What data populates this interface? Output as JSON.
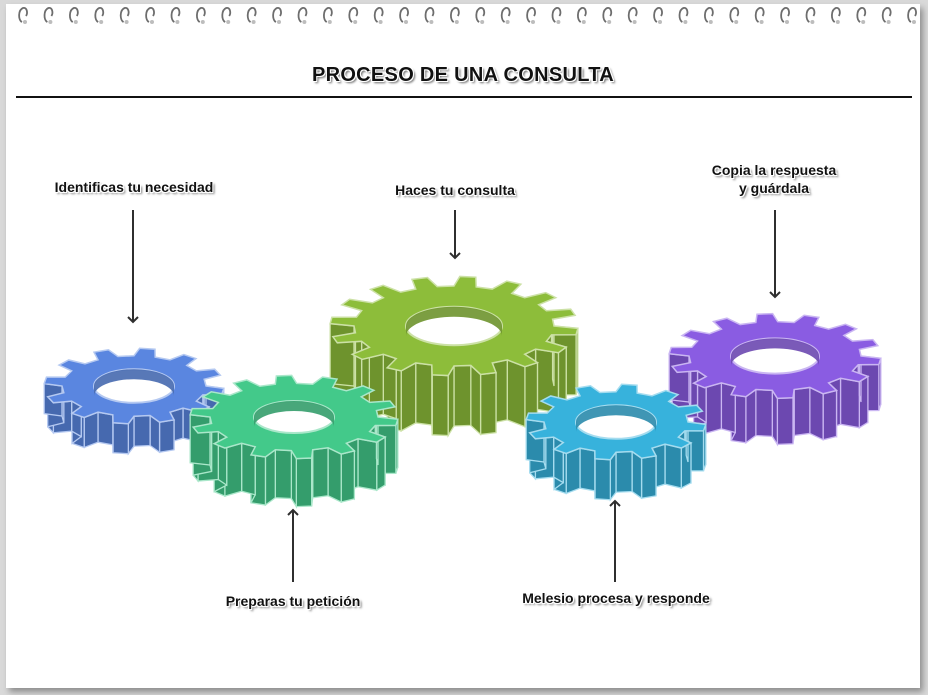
{
  "title": "PROCESO DE UNA CONSULTA",
  "colors": {
    "gear_blue": "#5a86e0",
    "gear_green": "#43c98a",
    "gear_lime": "#8dbd3a",
    "gear_cyan": "#37b2dc",
    "gear_purple": "#8a5ce2",
    "arrow": "#2f2f2f"
  },
  "steps": [
    {
      "label": "Identificas tu necesidad"
    },
    {
      "label": "Preparas tu petición"
    },
    {
      "label": "Haces tu consulta"
    },
    {
      "label": "Melesio procesa y responde"
    },
    {
      "label_line1": "Copia la respuesta",
      "label_line2": "y guárdala"
    }
  ]
}
